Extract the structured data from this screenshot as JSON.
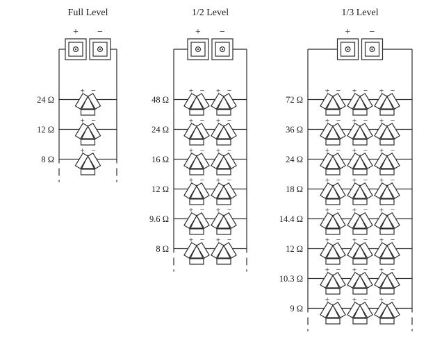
{
  "page": {
    "background": "#ffffff",
    "ink": "#2b2b2b"
  },
  "diagram": {
    "unit": "Ω",
    "terminal_plus": "+",
    "terminal_minus": "−",
    "speaker_plus": "+",
    "speaker_minus": "−",
    "columns": [
      {
        "title": "Full Level",
        "speakers_per_row": 1,
        "rows": [
          "24 Ω",
          "12 Ω",
          "8 Ω"
        ]
      },
      {
        "title": "1/2 Level",
        "speakers_per_row": 2,
        "rows": [
          "48 Ω",
          "24 Ω",
          "16 Ω",
          "12 Ω",
          "9.6 Ω",
          "8 Ω"
        ]
      },
      {
        "title": "1/3 Level",
        "speakers_per_row": 3,
        "rows": [
          "72 Ω",
          "36 Ω",
          "24 Ω",
          "18 Ω",
          "14.4 Ω",
          "12 Ω",
          "10.3 Ω",
          "9 Ω"
        ]
      }
    ]
  }
}
